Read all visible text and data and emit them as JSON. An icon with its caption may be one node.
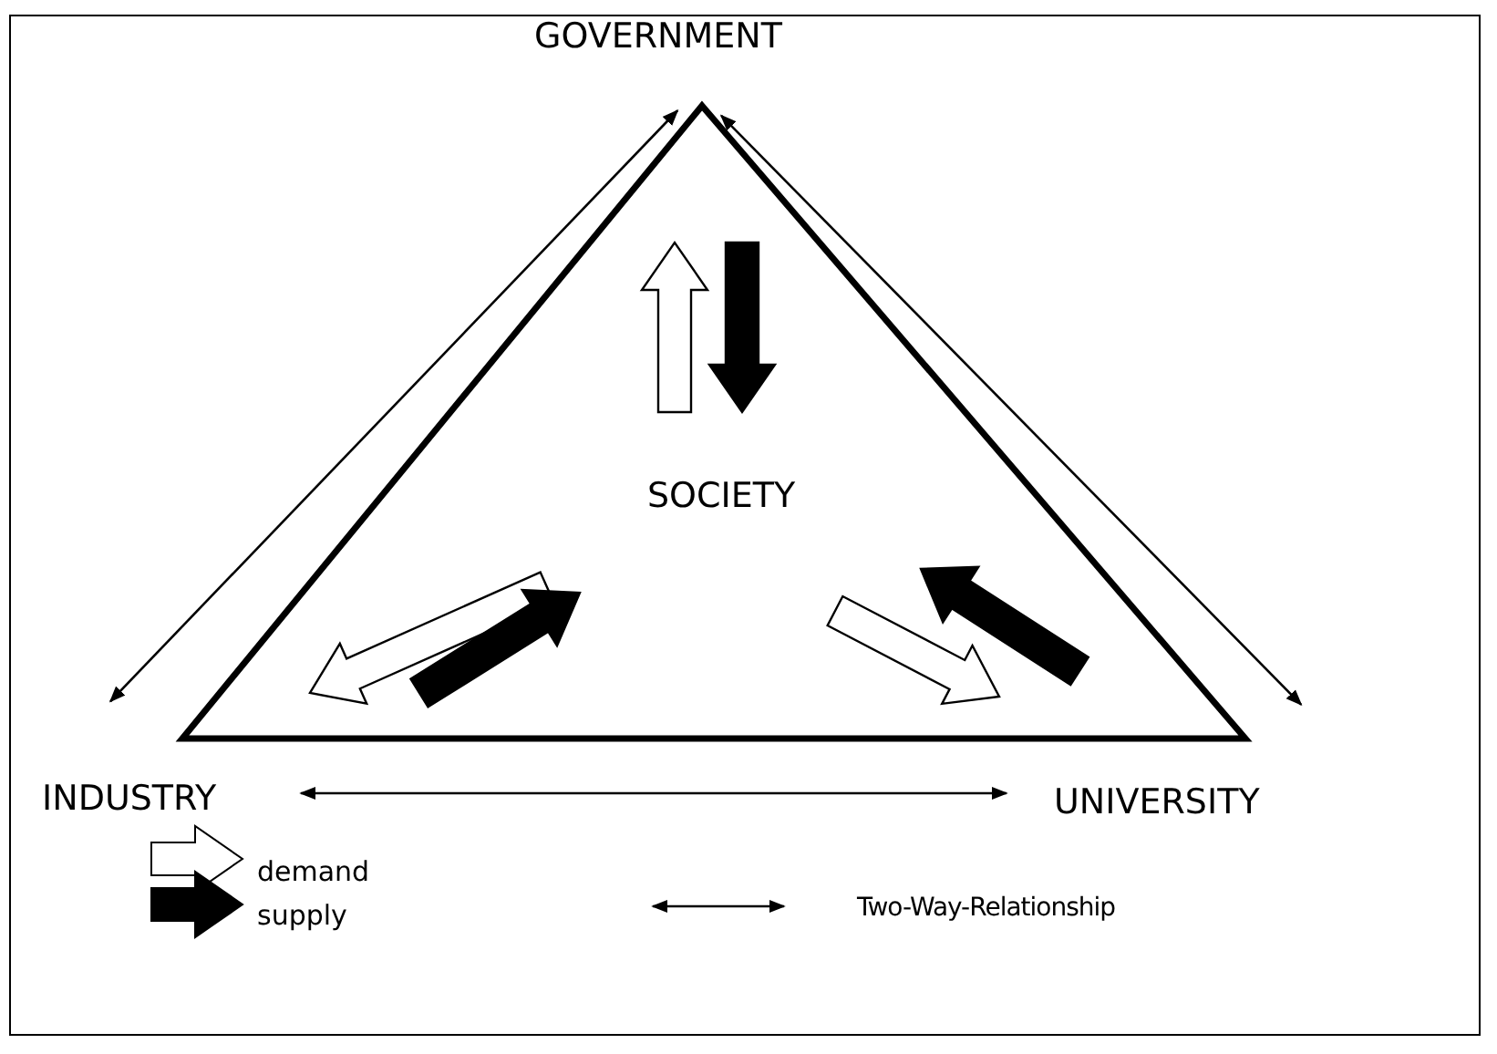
{
  "diagram": {
    "nodes": [
      {
        "text": [
          "GOVERNMENT"
        ]
      },
      {
        "text": [
          "INDUSTRY"
        ]
      },
      {
        "text": [
          "UNIVERSITY"
        ]
      },
      {
        "text": [
          "SOCIETY"
        ]
      }
    ],
    "edges": [
      {
        "from": 0,
        "to": 1,
        "arrow": "both"
      },
      {
        "from": 0,
        "to": 2,
        "arrow": "both"
      },
      {
        "from": 1,
        "to": 2,
        "arrow": "both"
      }
    ],
    "legend": [
      {
        "text": "demand"
      },
      {
        "text": "supply"
      },
      {
        "text": "Two-Way-Relationship"
      }
    ]
  }
}
